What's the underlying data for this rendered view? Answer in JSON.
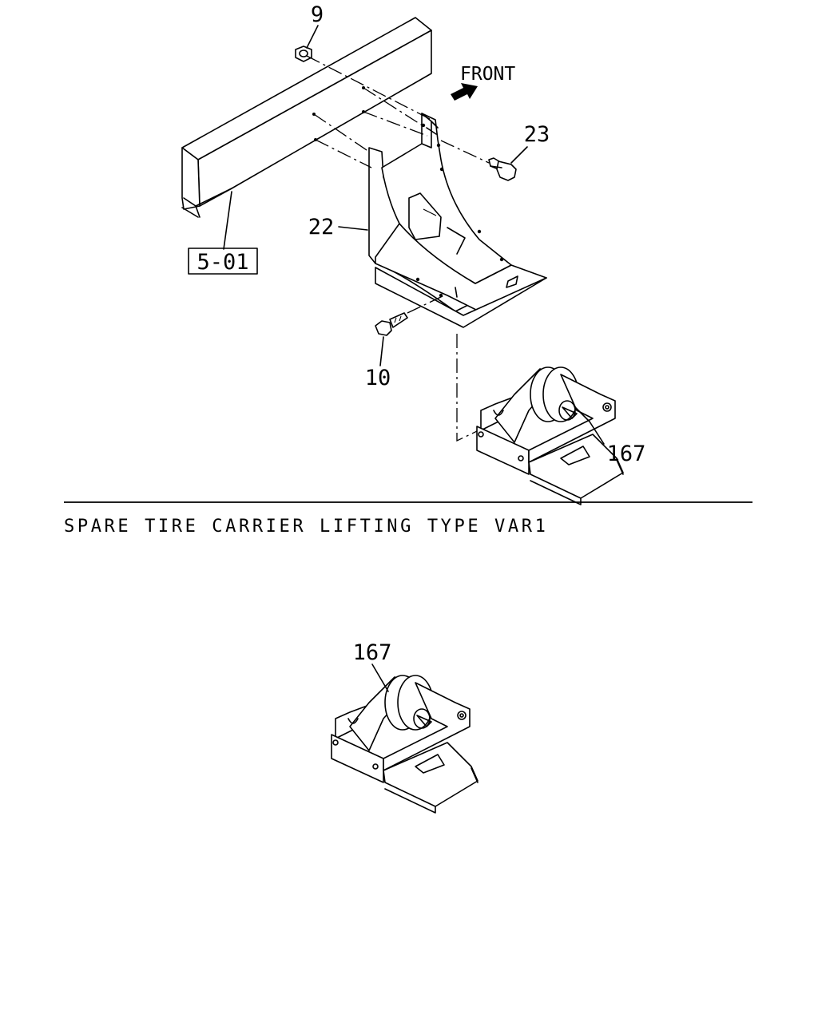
{
  "callouts": {
    "nut": "9",
    "front": "FRONT",
    "bolt_top": "23",
    "bracket": "22",
    "frame_ref": "5-01",
    "bolt_bottom": "10",
    "winch_top": "167",
    "winch_bottom": "167"
  },
  "section": {
    "caption": "SPARE TIRE CARRIER LIFTING TYPE VAR1"
  }
}
